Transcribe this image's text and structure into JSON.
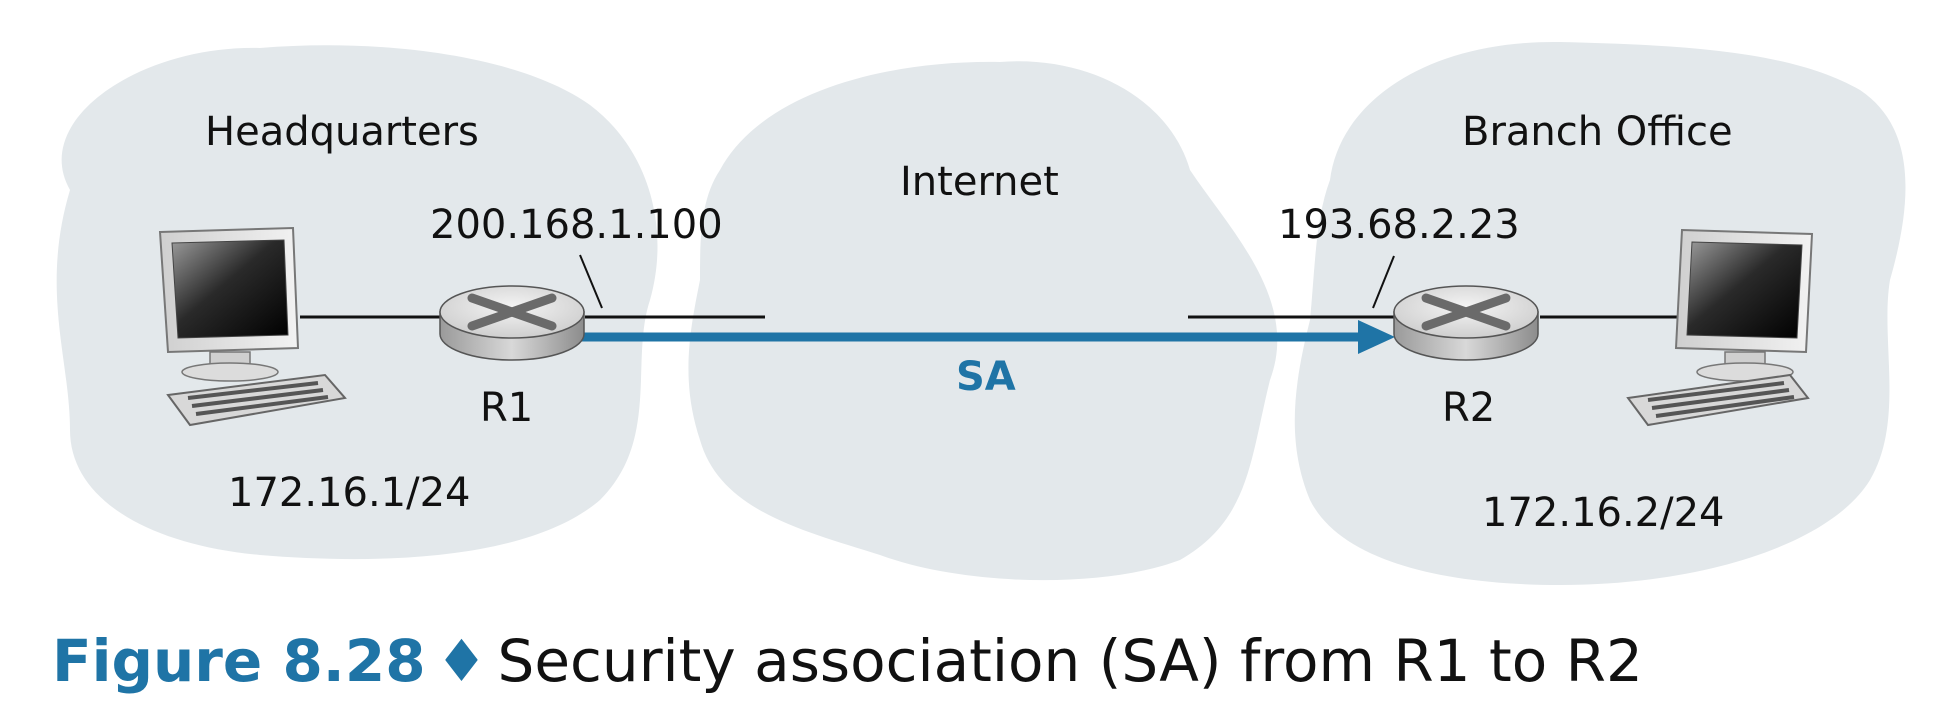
{
  "regions": {
    "headquarters": "Headquarters",
    "internet": "Internet",
    "branch": "Branch Office"
  },
  "routers": {
    "r1": {
      "name": "R1",
      "ip": "200.168.1.100",
      "subnet": "172.16.1/24"
    },
    "r2": {
      "name": "R2",
      "ip": "193.68.2.23",
      "subnet": "172.16.2/24"
    }
  },
  "sa_label": "SA",
  "caption": {
    "figure": "Figure 8.28",
    "separator": "♦",
    "text": "Security association (SA) from R1 to R2"
  },
  "colors": {
    "cloud": "#e3e8eb",
    "accent": "#1f74a6",
    "text": "#111111"
  }
}
